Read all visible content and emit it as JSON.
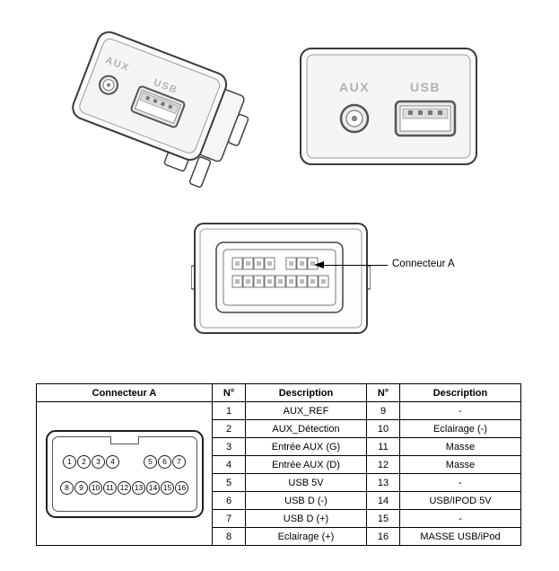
{
  "views": {
    "angled": {
      "aux_label": "AUX",
      "usb_label": "USB"
    },
    "front": {
      "aux_label": "AUX",
      "usb_label": "USB"
    },
    "rear": {
      "callout": "Connecteur A"
    }
  },
  "pin_diagram": {
    "row1": [
      "1",
      "2",
      "3",
      "4",
      "5",
      "6",
      "7"
    ],
    "row2": [
      "8",
      "9",
      "10",
      "11",
      "12",
      "13",
      "14",
      "15",
      "16"
    ]
  },
  "table": {
    "connector_title": "Connecteur A",
    "headers": [
      "N°",
      "Description",
      "N°",
      "Description"
    ],
    "rows": [
      [
        "1",
        "AUX_REF",
        "9",
        "-"
      ],
      [
        "2",
        "AUX_Détection",
        "10",
        "Eclairage (-)"
      ],
      [
        "3",
        "Entrée AUX (G)",
        "11",
        "Masse"
      ],
      [
        "4",
        "Entrée AUX (D)",
        "12",
        "Masse"
      ],
      [
        "5",
        "USB 5V",
        "13",
        "-"
      ],
      [
        "6",
        "USB D (-)",
        "14",
        "USB/IPOD 5V"
      ],
      [
        "7",
        "USB D (+)",
        "15",
        "-"
      ],
      [
        "8",
        "Eclairage (+)",
        "16",
        "MASSE USB/iPod"
      ]
    ]
  }
}
